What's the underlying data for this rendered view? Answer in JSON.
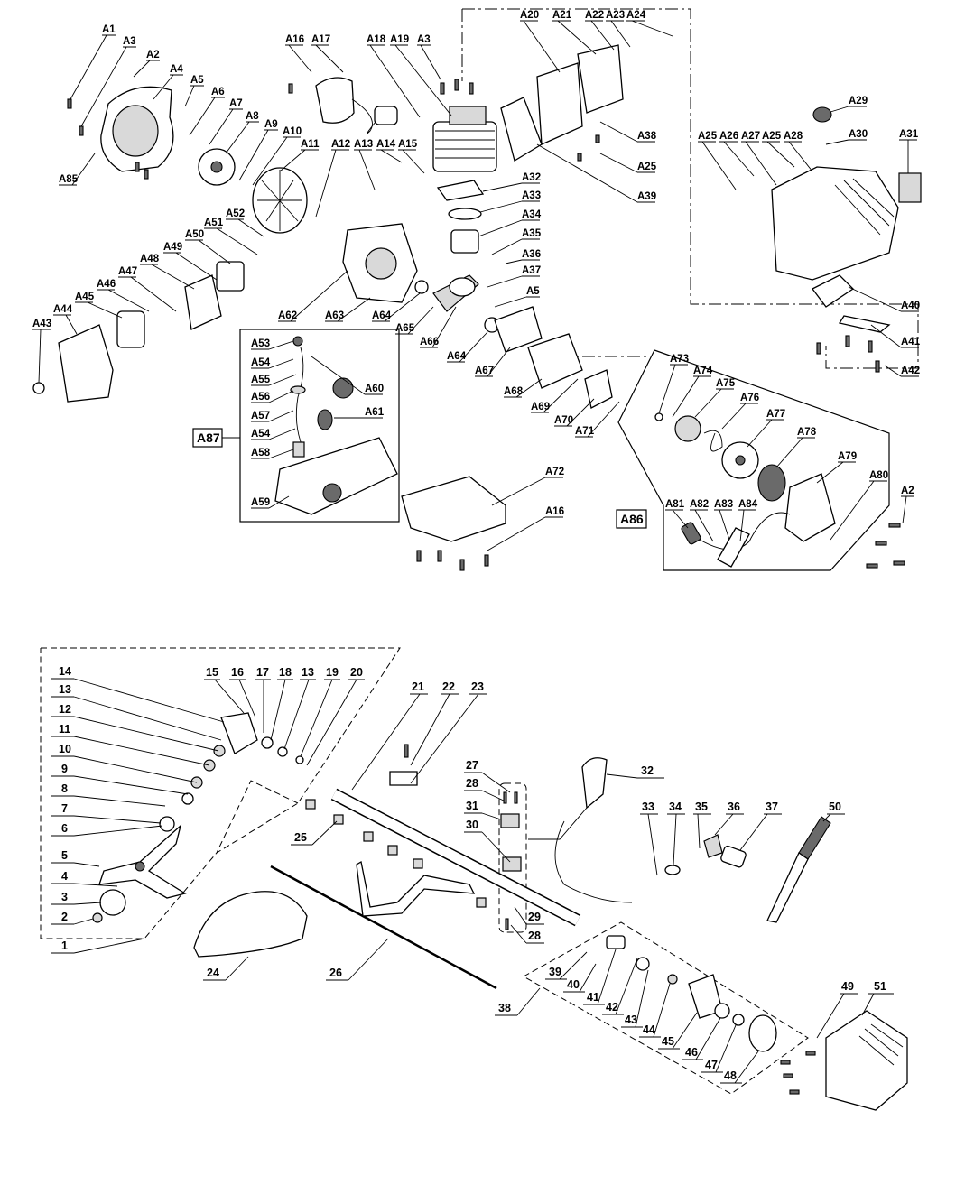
{
  "engine_callouts": [
    "A1",
    "A2",
    "A3",
    "A4",
    "A5",
    "A6",
    "A7",
    "A8",
    "A9",
    "A10",
    "A11",
    "A12",
    "A13",
    "A14",
    "A15",
    "A16",
    "A17",
    "A18",
    "A19",
    "A3",
    "A20",
    "A21",
    "A22",
    "A23",
    "A24",
    "A25",
    "A26",
    "A27",
    "A25",
    "A28",
    "A29",
    "A30",
    "A31",
    "A38",
    "A25",
    "A39",
    "A32",
    "A33",
    "A34",
    "A35",
    "A36",
    "A37",
    "A5",
    "A40",
    "A41",
    "A42",
    "A85",
    "A52",
    "A51",
    "A50",
    "A49",
    "A48",
    "A47",
    "A46",
    "A45",
    "A44",
    "A43",
    "A62",
    "A63",
    "A64",
    "A65",
    "A66",
    "A64",
    "A67",
    "A68",
    "A69",
    "A70",
    "A71",
    "A73",
    "A74",
    "A75",
    "A76",
    "A77",
    "A78",
    "A79",
    "A80",
    "A2",
    "A81",
    "A82",
    "A83",
    "A84",
    "A72",
    "A16",
    "A53",
    "A54",
    "A55",
    "A56",
    "A57",
    "A54",
    "A58",
    "A59",
    "A60",
    "A61"
  ],
  "box_labels": {
    "fuel_tank_assembly": "A87",
    "starter_assembly": "A86"
  },
  "shaft_callouts": [
    "14",
    "13",
    "12",
    "11",
    "10",
    "9",
    "8",
    "7",
    "6",
    "5",
    "4",
    "3",
    "2",
    "1",
    "15",
    "16",
    "17",
    "18",
    "13",
    "19",
    "20",
    "21",
    "22",
    "23",
    "27",
    "28",
    "31",
    "30",
    "29",
    "28",
    "32",
    "33",
    "34",
    "35",
    "36",
    "37",
    "50",
    "25",
    "24",
    "26",
    "38",
    "39",
    "40",
    "41",
    "42",
    "43",
    "44",
    "45",
    "46",
    "47",
    "48",
    "49",
    "51"
  ]
}
